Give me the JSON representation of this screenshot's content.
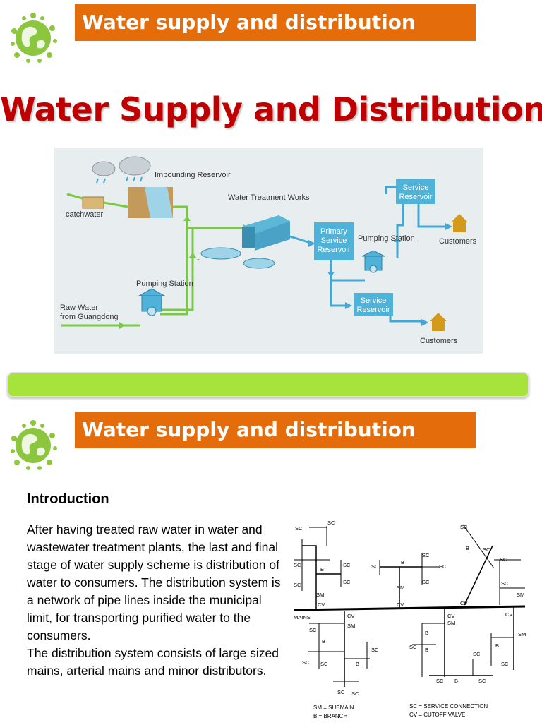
{
  "slide1": {
    "banner": "Water supply and distribution",
    "title": "Water Supply and Distribution",
    "diagram": {
      "clouds_label": "Impounding Reservoir",
      "catchwater": "catchwater",
      "treatment": "Water Treatment Works",
      "pumping1": "Pumping Station",
      "raw_water_1": "Raw Water",
      "raw_water_2": "from Guangdong",
      "primary_1": "Primary",
      "primary_2": "Service",
      "primary_3": "Reservoir",
      "pumping2": "Pumping Station",
      "service_top_1": "Service",
      "service_top_2": "Reservoir",
      "service_bottom_1": "Service",
      "service_bottom_2": "Reservoir",
      "customers_top": "Customers",
      "customers_bottom": "Customers"
    }
  },
  "slide2": {
    "banner": "Water supply and distribution",
    "heading": "Introduction",
    "para1": "After having treated raw water in water and wastewater treatment plants, the last and final stage of water supply scheme is distribution of water to consumers. The distribution system is a network of pipe lines inside the municipal limit, for transporting purified water to the consumers.",
    "para2": "The distribution system consists of large sized mains, arterial mains and minor distributors.",
    "schematic": {
      "mains": "MAINS",
      "legend_sm": "SM = SUBMAIN",
      "legend_b": "B = BRANCH",
      "legend_sc": "SC = SERVICE CONNECTION",
      "legend_cv": "CV = CUTOFF VALVE",
      "sc": "SC",
      "b": "B",
      "sm": "SM",
      "cv": "CV"
    }
  },
  "colors": {
    "banner": "#e46c0a",
    "title": "#c00000",
    "green_pipe": "#7ac943",
    "blue_pipe": "#3fa9d6",
    "box_blue": "#4fb3d9",
    "separator": "#a6e33b"
  }
}
